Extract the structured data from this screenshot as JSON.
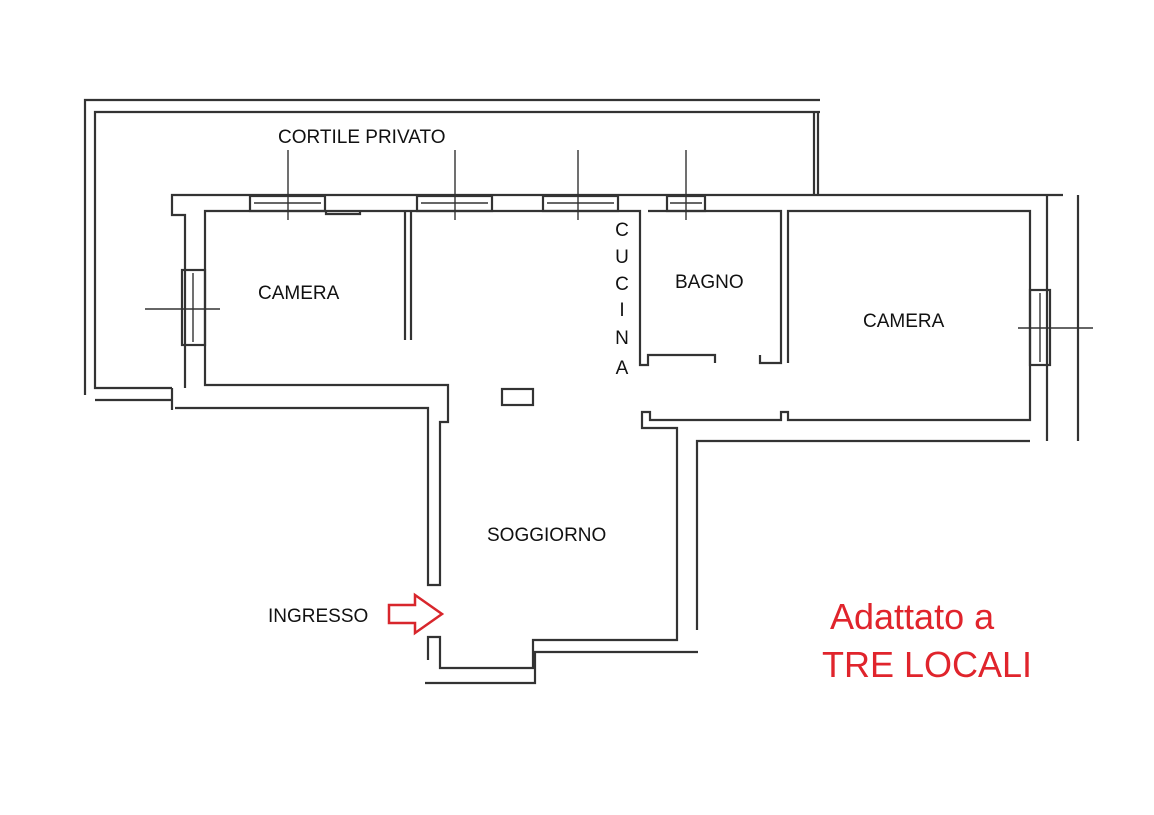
{
  "plan": {
    "courtyard_label": "CORTILE PRIVATO",
    "rooms": {
      "camera_left": "CAMERA",
      "kitchen_letters": [
        "C",
        "U",
        "C",
        "I",
        "N",
        "A"
      ],
      "bathroom": "BAGNO",
      "camera_right": "CAMERA",
      "living": "SOGGIORNO"
    },
    "entrance_label": "INGRESSO",
    "note_line1": "Adattato a",
    "note_line2": "TRE LOCALI",
    "colors": {
      "accent": "#e0242c",
      "walls": "#333333"
    }
  }
}
